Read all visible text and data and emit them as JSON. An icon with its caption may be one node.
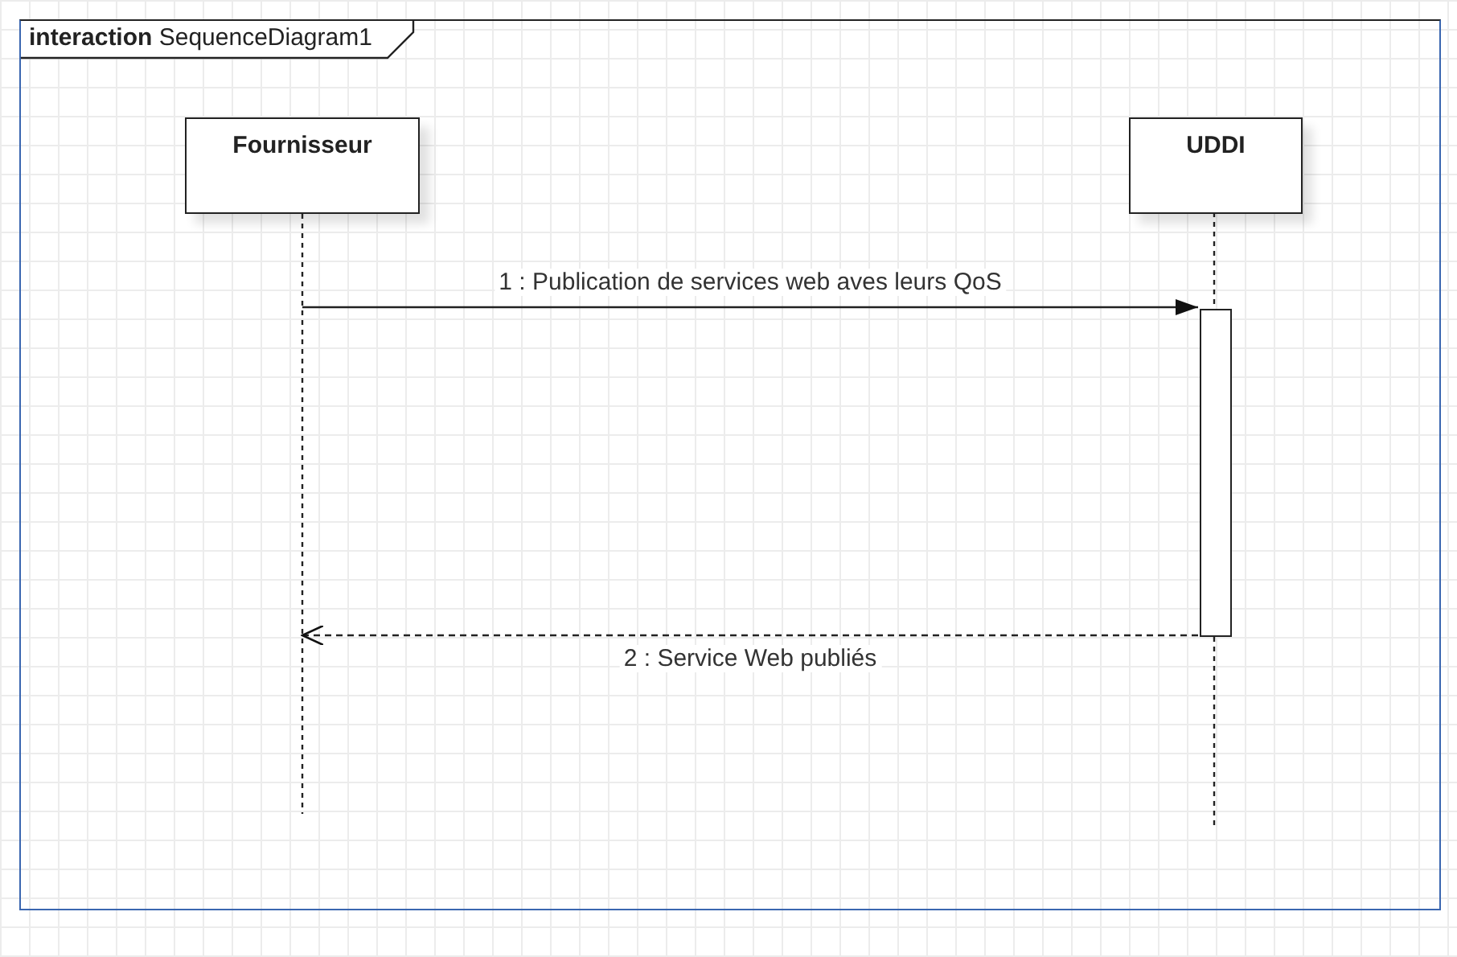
{
  "diagram": {
    "nodes": [
      {
        "text": [
          "**interaction** SequenceDiagram1"
        ]
      },
      {
        "text": [
          "Fournisseur"
        ],
        "in": 0
      },
      {
        "text": [
          "UDDI"
        ],
        "in": 0
      },
      {
        "text": [],
        "shape": "line",
        "in": 0
      },
      {
        "text": [],
        "shape": "bar",
        "in": 0
      }
    ],
    "edges": [
      {
        "from": 3,
        "to": 4,
        "arrow": "to",
        "label": "1 : Publication de services web aves leurs QoS"
      },
      {
        "from": 4,
        "to": 3,
        "arrow": "to",
        "style": "dashed",
        "label": "2 : Service Web publiés"
      }
    ]
  }
}
